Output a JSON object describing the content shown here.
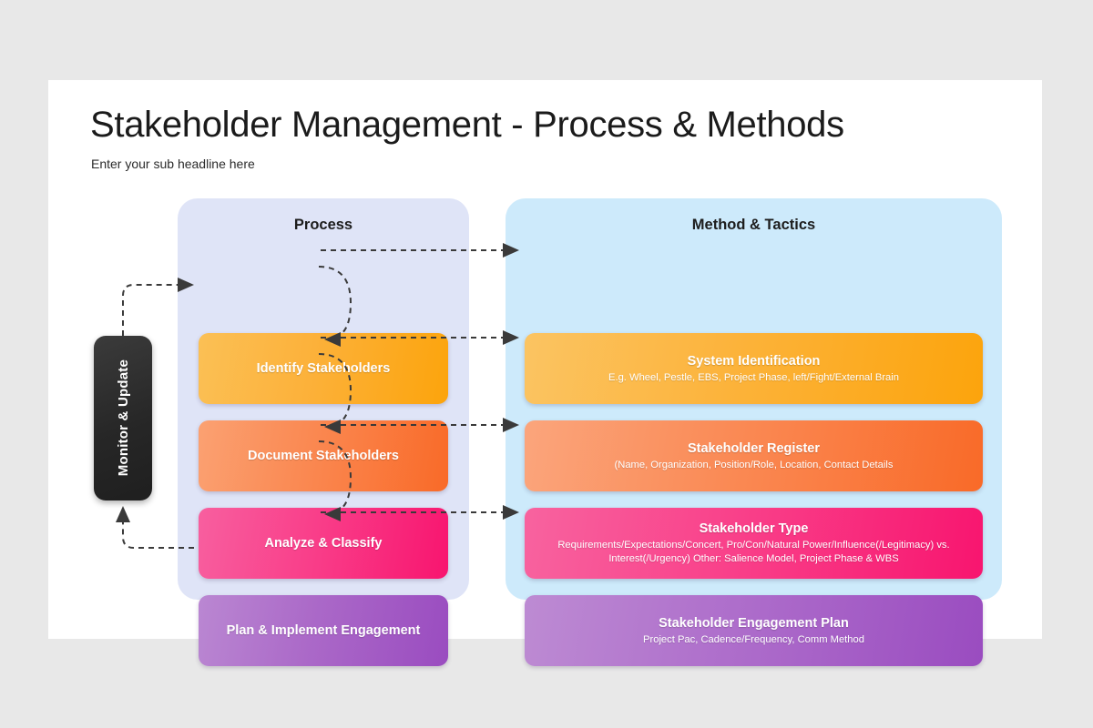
{
  "slide": {
    "title": "Stakeholder Management - Process & Methods",
    "subtitle": "Enter your sub headline here",
    "background_color": "#e8e8e8",
    "surface_color": "#ffffff"
  },
  "monitor": {
    "label": "Monitor & Update",
    "color": "#272727"
  },
  "process_panel": {
    "title": "Process",
    "background_color": "#dfe4f7",
    "cards": [
      {
        "label": "Identify Stakeholders",
        "color_start": "#fbc055",
        "color_end": "#fca40c"
      },
      {
        "label": "Document Stakeholders",
        "color_start": "#fba172",
        "color_end": "#f96a28"
      },
      {
        "label": "Analyze & Classify",
        "color_start": "#f85f9f",
        "color_end": "#f8156f"
      },
      {
        "label": "Plan & Implement Engagement",
        "color_start": "#ba87d2",
        "color_end": "#9a4cc0"
      }
    ]
  },
  "method_panel": {
    "title": "Method & Tactics",
    "background_color": "#cdeafb",
    "cards": [
      {
        "label": "System Identification",
        "detail": "E.g. Wheel, Pestle, EBS, Project Phase, left/Fight/External Brain",
        "color_start": "#fbc462",
        "color_end": "#fca40c"
      },
      {
        "label": "Stakeholder Register",
        "detail": "(Name, Organization, Position/Role, Location, Contact Details",
        "color_start": "#fba57c",
        "color_end": "#f96a28"
      },
      {
        "label": "Stakeholder Type",
        "detail": "Requirements/Expectations/Concert, Pro/Con/Natural Power/Influence(/Legitimacy) vs. Interest(/Urgency) Other: Salience Model, Project Phase & WBS",
        "color_start": "#f8639f",
        "color_end": "#f8156f"
      },
      {
        "label": "Stakeholder Engagement Plan",
        "detail": "Project Pac, Cadence/Frequency, Comm Method",
        "color_start": "#bd8bd3",
        "color_end": "#9a4cc0"
      }
    ]
  },
  "connectors": {
    "style": "dashed-arrow",
    "color": "#3a3a3a"
  }
}
